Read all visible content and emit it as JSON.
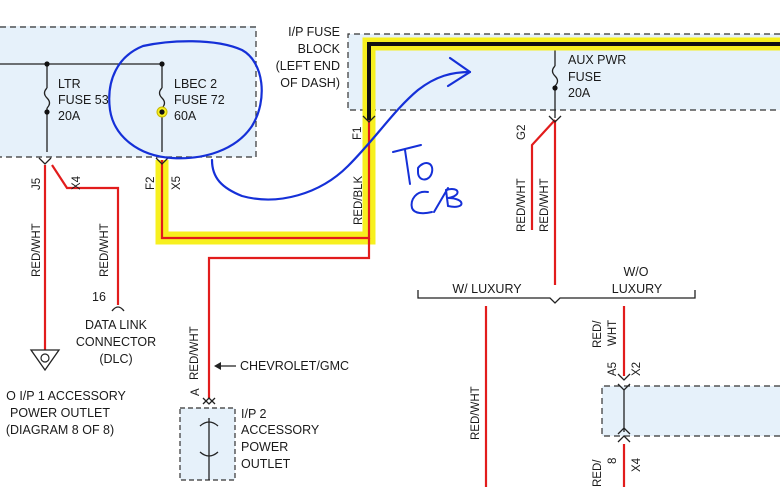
{
  "fuse_block": {
    "title_lines": [
      "I/P FUSE",
      "BLOCK",
      "(LEFT END",
      "OF DASH)"
    ]
  },
  "fuses": {
    "ltr": {
      "line1": "LTR",
      "line2": "FUSE 53",
      "line3": "20A"
    },
    "lbec": {
      "line1": "LBEC 2",
      "line2": "FUSE 72",
      "line3": "60A"
    },
    "aux": {
      "line1": "AUX PWR",
      "line2": "FUSE",
      "line3": "20A"
    }
  },
  "connectors": {
    "j5": "J5",
    "x4": "X4",
    "f2": "F2",
    "x5": "X5",
    "f1": "F1",
    "g2": "G2",
    "a5": "A5",
    "x2": "X2",
    "pin8": "8",
    "x4b": "X4",
    "pin_a": "A",
    "pin16": "16"
  },
  "wires": {
    "red_wht": "RED/WHT",
    "red_blk": "RED/BLK",
    "red_slash": "RED/",
    "wht": "WHT"
  },
  "options": {
    "with_luxury": "W/ LUXURY",
    "without_line1": "W/O",
    "without_line2": "LUXURY"
  },
  "components": {
    "dlc": {
      "line1": "DATA LINK",
      "line2": "CONNECTOR",
      "line3": "(DLC)"
    },
    "ip1": {
      "line1": "O I/P 1 ACCESSORY",
      "line2": "POWER OUTLET",
      "line3": "(DIAGRAM 8 OF 8)"
    },
    "ip2": {
      "line1": "I/P 2",
      "line2": "ACCESSORY",
      "line3": "POWER",
      "line4": "OUTLET"
    },
    "chev_note": "CHEVROLET/GMC"
  },
  "handwriting": {
    "note": "To C/B"
  },
  "colors": {
    "wire_red": "#e21c1c",
    "wire_black": "#111111",
    "highlight_yellow": "#f7f01f",
    "ink_blue": "#1530d8",
    "module_fill": "#e6f1fa"
  }
}
